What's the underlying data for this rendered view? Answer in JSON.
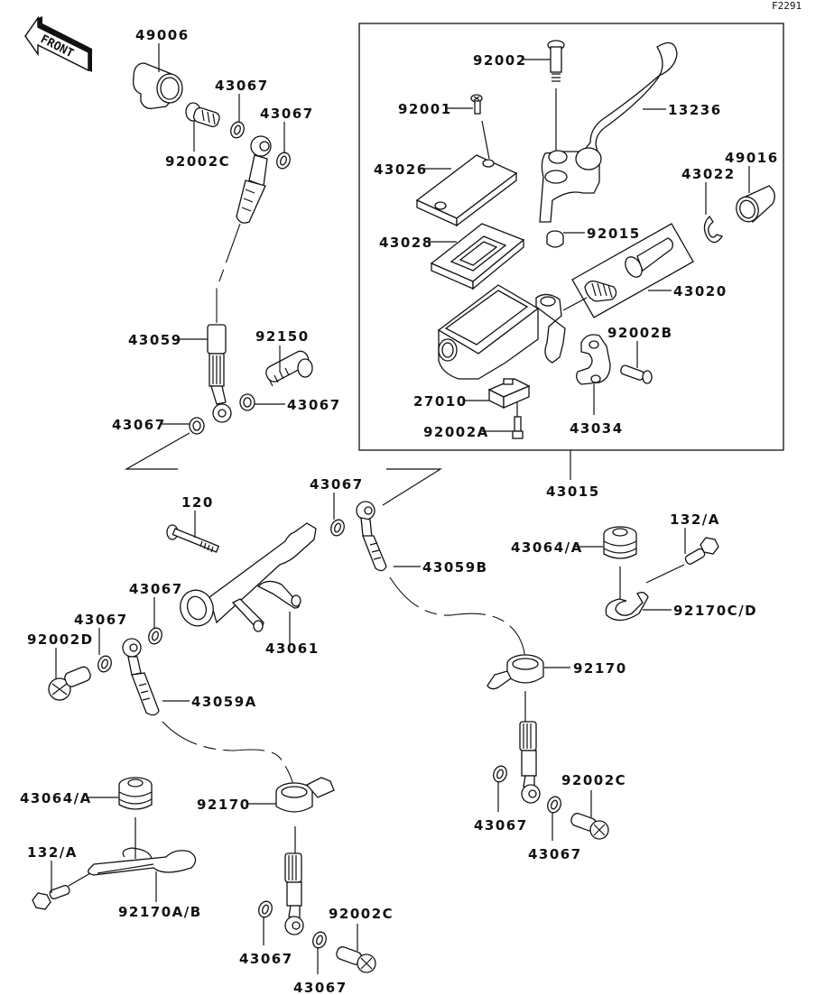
{
  "figure": {
    "id": "F2291",
    "orientation_badge": "FRONT",
    "type": "exploded parts diagram",
    "subject": "front brake master cylinder and brake hoses"
  },
  "assembly_box": {
    "label": "43015",
    "parts": [
      {
        "id": "92002",
        "name": "bolt (lever pivot)"
      },
      {
        "id": "92001",
        "name": "screw"
      },
      {
        "id": "13236",
        "name": "brake lever"
      },
      {
        "id": "43026",
        "name": "reservoir cap"
      },
      {
        "id": "49016",
        "name": "boot"
      },
      {
        "id": "43022",
        "name": "circlip"
      },
      {
        "id": "43028",
        "name": "diaphragm"
      },
      {
        "id": "92015",
        "name": "nut"
      },
      {
        "id": "43020",
        "name": "piston kit"
      },
      {
        "id": "92002B",
        "name": "bolt"
      },
      {
        "id": "27010",
        "name": "brake light switch"
      },
      {
        "id": "43034",
        "name": "clamp"
      },
      {
        "id": "92002A",
        "name": "screw"
      }
    ]
  },
  "labels": {
    "l49006": "49006",
    "l43067_a": "43067",
    "l43067_b": "43067",
    "l92002C_a": "92002C",
    "l43059": "43059",
    "l92150": "92150",
    "l43067_c": "43067",
    "l43067_d": "43067",
    "l92002": "92002",
    "l92001": "92001",
    "l13236": "13236",
    "l43026": "43026",
    "l49016": "49016",
    "l43022": "43022",
    "l43028": "43028",
    "l92015": "92015",
    "l43020": "43020",
    "l92002B": "92002B",
    "l27010": "27010",
    "l43034": "43034",
    "l92002A": "92002A",
    "l43015": "43015",
    "l120": "120",
    "l43067_e": "43067",
    "l43059B": "43059B",
    "l43064A_r": "43064/A",
    "l132A_r": "132/A",
    "l92170CD": "92170C/D",
    "l43067_f": "43067",
    "l43067_g": "43067",
    "l92002D": "92002D",
    "l43061": "43061",
    "l43059A": "43059A",
    "l92170_r": "92170",
    "l43064A_l": "43064/A",
    "l92170_l": "92170",
    "l132A_l": "132/A",
    "l92170AB": "92170A/B",
    "l43067_h": "43067",
    "l92002C_b": "92002C",
    "l43067_i": "43067",
    "l43067_j": "43067",
    "l92002C_c": "92002C",
    "l43067_k": "43067"
  }
}
